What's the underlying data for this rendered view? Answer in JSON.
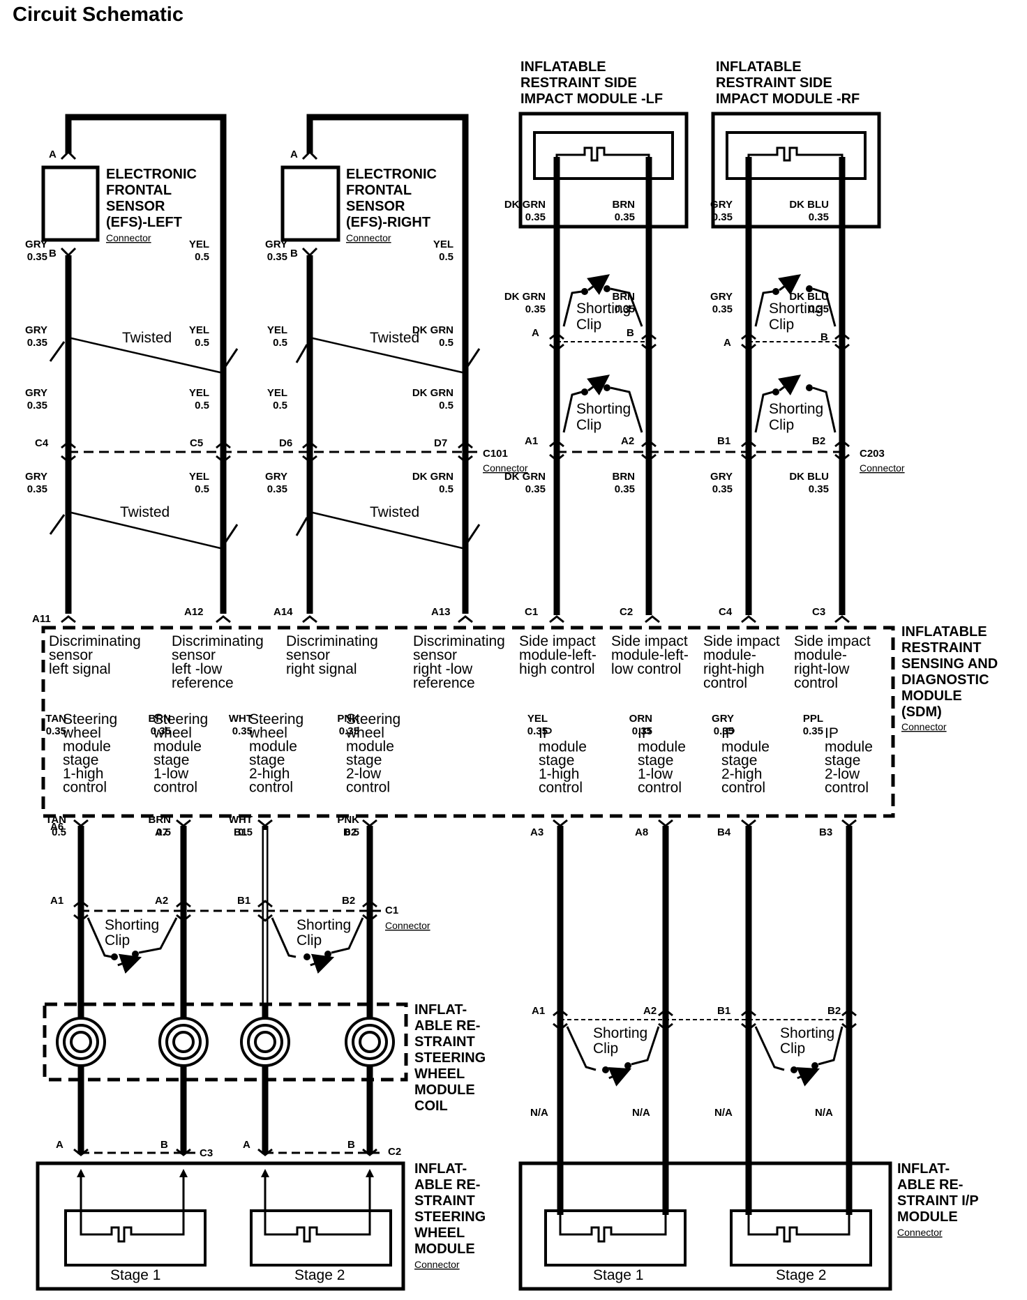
{
  "title": "Circuit Schematic",
  "components": {
    "efs_left": [
      "ELECTRONIC",
      "FRONTAL",
      "SENSOR",
      "(EFS)-LEFT"
    ],
    "efs_right": [
      "ELECTRONIC",
      "FRONTAL",
      "SENSOR",
      "(EFS)-RIGHT"
    ],
    "side_lf": [
      "INFLATABLE",
      "RESTRAINT SIDE",
      "IMPACT MODULE -LF"
    ],
    "side_rf": [
      "INFLATABLE",
      "RESTRAINT SIDE",
      "IMPACT MODULE -RF"
    ],
    "sdm": [
      "INFLATABLE",
      "RESTRAINT",
      "SENSING AND",
      "DIAGNOSTIC",
      "MODULE",
      "(SDM)"
    ],
    "sw_coil": [
      "INFLAT-",
      "ABLE RE-",
      "STRAINT",
      "STEERING",
      "WHEEL",
      "MODULE",
      "COIL"
    ],
    "sw_module": [
      "INFLAT-",
      "ABLE RE-",
      "STRAINT",
      "STEERING",
      "WHEEL",
      "MODULE"
    ],
    "ip_module": [
      "INFLAT-",
      "ABLE RE-",
      "STRAINT I/P",
      "MODULE"
    ]
  },
  "connector_word": "Connector",
  "connectors": {
    "c101": "C101",
    "c203": "C203",
    "c1": "C1",
    "c2": "C2",
    "c3": "C3"
  },
  "twisted": "Twisted",
  "shorting_clip": [
    "Shorting",
    "Clip"
  ],
  "stage1": "Stage 1",
  "stage2": "Stage 2",
  "na": "N/A",
  "sdm_signals_top": [
    [
      "Discriminating",
      "sensor",
      "left signal"
    ],
    [
      "Discriminating",
      "sensor",
      "left -low",
      "reference"
    ],
    [
      "Discriminating",
      "sensor",
      "right signal"
    ],
    [
      "Discriminating",
      "sensor",
      "right -low",
      "reference"
    ],
    [
      "Side impact",
      "module-left-",
      "high control"
    ],
    [
      "Side impact",
      "module-left-",
      "low control"
    ],
    [
      "Side impact",
      "module-",
      "right-high",
      "control"
    ],
    [
      "Side impact",
      "module-",
      "right-low",
      "control"
    ]
  ],
  "sdm_signals_bottom_sw": [
    [
      "Steering",
      "wheel",
      "module",
      "stage",
      "1-high",
      "control"
    ],
    [
      "Steering",
      "wheel",
      "module",
      "stage",
      "1-low",
      "control"
    ],
    [
      "Steering",
      "wheel",
      "module",
      "stage",
      "2-high",
      "control"
    ],
    [
      "Steering",
      "wheel",
      "module",
      "stage",
      "2-low",
      "control"
    ]
  ],
  "sdm_signals_bottom_ip": [
    [
      "IP",
      "module",
      "stage",
      "1-high",
      "control"
    ],
    [
      "IP",
      "module",
      "stage",
      "1-low",
      "control"
    ],
    [
      "IP",
      "module",
      "stage",
      "2-high",
      "control"
    ],
    [
      "IP",
      "module",
      "stage",
      "2-low",
      "control"
    ]
  ],
  "pins": {
    "efs_a": "A",
    "efs_b": "B",
    "c4": "C4",
    "c5": "C5",
    "d6": "D6",
    "d7": "D7",
    "a11": "A11",
    "a12": "A12",
    "a14": "A14",
    "a13": "A13",
    "c1": "C1",
    "c2": "C2",
    "c4b": "C4",
    "c3": "C3",
    "lf_a": "A",
    "lf_b": "B",
    "rf_a": "A",
    "rf_b": "B",
    "lf_a1": "A1",
    "lf_a2": "A2",
    "rf_b1": "B1",
    "rf_b2": "B2",
    "a6": "A6",
    "a7": "A7",
    "b1": "B1",
    "b2": "B2",
    "a3": "A3",
    "a8": "A8",
    "b4": "B4",
    "b3": "B3",
    "sw_a1": "A1",
    "sw_a2": "A2",
    "sw_b1": "B1",
    "sw_b2": "B2",
    "ip_a1": "A1",
    "ip_a2": "A2",
    "ip_b1": "B1",
    "ip_b2": "B2",
    "swm_a": "A",
    "swm_b": "B",
    "swm_a2": "A",
    "swm_b2": "B"
  },
  "wires": {
    "gry": "GRY",
    "yel": "YEL",
    "dkgrn": "DK GRN",
    "brn": "BRN",
    "dkblu": "DK BLU",
    "tan": "TAN",
    "wht": "WHT",
    "pnk": "PNK",
    "orn": "ORN",
    "ppl": "PPL",
    "g035": "0.35",
    "g05": "0.5"
  },
  "wire_labels": [
    [
      "GRY",
      "0.35",
      68,
      355,
      "end"
    ],
    [
      "YEL",
      "0.5",
      300,
      355,
      "end"
    ],
    [
      "GRY",
      "0.35",
      68,
      478,
      "end"
    ],
    [
      "YEL",
      "0.5",
      300,
      478,
      "end"
    ],
    [
      "GRY",
      "0.35",
      68,
      568,
      "end"
    ],
    [
      "YEL",
      "0.5",
      300,
      568,
      "end"
    ],
    [
      "GRY",
      "0.35",
      68,
      688,
      "end"
    ],
    [
      "YEL",
      "0.5",
      300,
      688,
      "end"
    ],
    [
      "GRY",
      "0.35",
      412,
      355,
      "end"
    ],
    [
      "YEL",
      "0.5",
      650,
      355,
      "end"
    ],
    [
      "YEL",
      "0.5",
      412,
      478,
      "end"
    ],
    [
      "DK GRN",
      "0.5",
      650,
      478,
      "end"
    ],
    [
      "YEL",
      "0.5",
      412,
      568,
      "end"
    ],
    [
      "DK GRN",
      "0.5",
      650,
      568,
      "end"
    ],
    [
      "GRY",
      "0.35",
      412,
      688,
      "end"
    ],
    [
      "DK GRN",
      "0.5",
      650,
      688,
      "end"
    ],
    [
      "DK GRN",
      "0.35",
      782,
      298,
      "end"
    ],
    [
      "BRN",
      "0.35",
      910,
      298,
      "end"
    ],
    [
      "DK GRN",
      "0.35",
      782,
      430,
      "end"
    ],
    [
      "BRN",
      "0.35",
      910,
      430,
      "end"
    ],
    [
      "DK GRN",
      "0.35",
      782,
      688,
      "end"
    ],
    [
      "BRN",
      "0.35",
      910,
      688,
      "end"
    ],
    [
      "GRY",
      "0.35",
      1050,
      298,
      "end"
    ],
    [
      "DK BLU",
      "0.35",
      1188,
      298,
      "end"
    ],
    [
      "GRY",
      "0.35",
      1050,
      430,
      "end"
    ],
    [
      "DK BLU",
      "0.35",
      1188,
      430,
      "end"
    ],
    [
      "GRY",
      "0.35",
      1050,
      688,
      "end"
    ],
    [
      "DK BLU",
      "0.35",
      1188,
      688,
      "end"
    ],
    [
      "TAN",
      "0.35",
      95,
      1035,
      "end"
    ],
    [
      "BRN",
      "0.35",
      245,
      1035,
      "end"
    ],
    [
      "WHT",
      "0.35",
      362,
      1035,
      "end"
    ],
    [
      "PNK",
      "0.35",
      515,
      1035,
      "end"
    ],
    [
      "TAN",
      "0.5",
      95,
      1180,
      "end"
    ],
    [
      "BRN",
      "0.5",
      245,
      1180,
      "end"
    ],
    [
      "WHT",
      "0.5",
      362,
      1180,
      "end"
    ],
    [
      "PNK",
      "0.5",
      515,
      1180,
      "end"
    ],
    [
      "YEL",
      "0.35",
      785,
      1035,
      "end"
    ],
    [
      "ORN",
      "0.35",
      935,
      1035,
      "end"
    ],
    [
      "GRY",
      "0.35",
      1052,
      1035,
      "end"
    ],
    [
      "PPL",
      "0.35",
      1180,
      1035,
      "end"
    ]
  ]
}
